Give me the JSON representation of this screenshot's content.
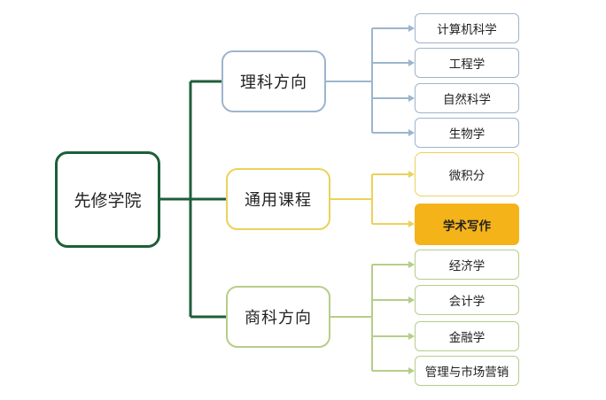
{
  "root": {
    "label": "先修学院"
  },
  "branches": [
    {
      "label": "理科方向",
      "color": "#9db5cd",
      "children": [
        "计算机科学",
        "工程学",
        "自然科学",
        "生物学"
      ]
    },
    {
      "label": "通用课程",
      "color": "#ead25b",
      "children": [
        "微积分",
        "学术写作"
      ],
      "highlighted_child": "学术写作",
      "highlight_color": "#f5b31a"
    },
    {
      "label": "商科方向",
      "color": "#b6cd8a",
      "children": [
        "经济学",
        "会计学",
        "金融学",
        "管理与市场营销"
      ]
    }
  ],
  "colors": {
    "root_border": "#1e5e3a",
    "trunk_line": "#1e5e3a"
  }
}
